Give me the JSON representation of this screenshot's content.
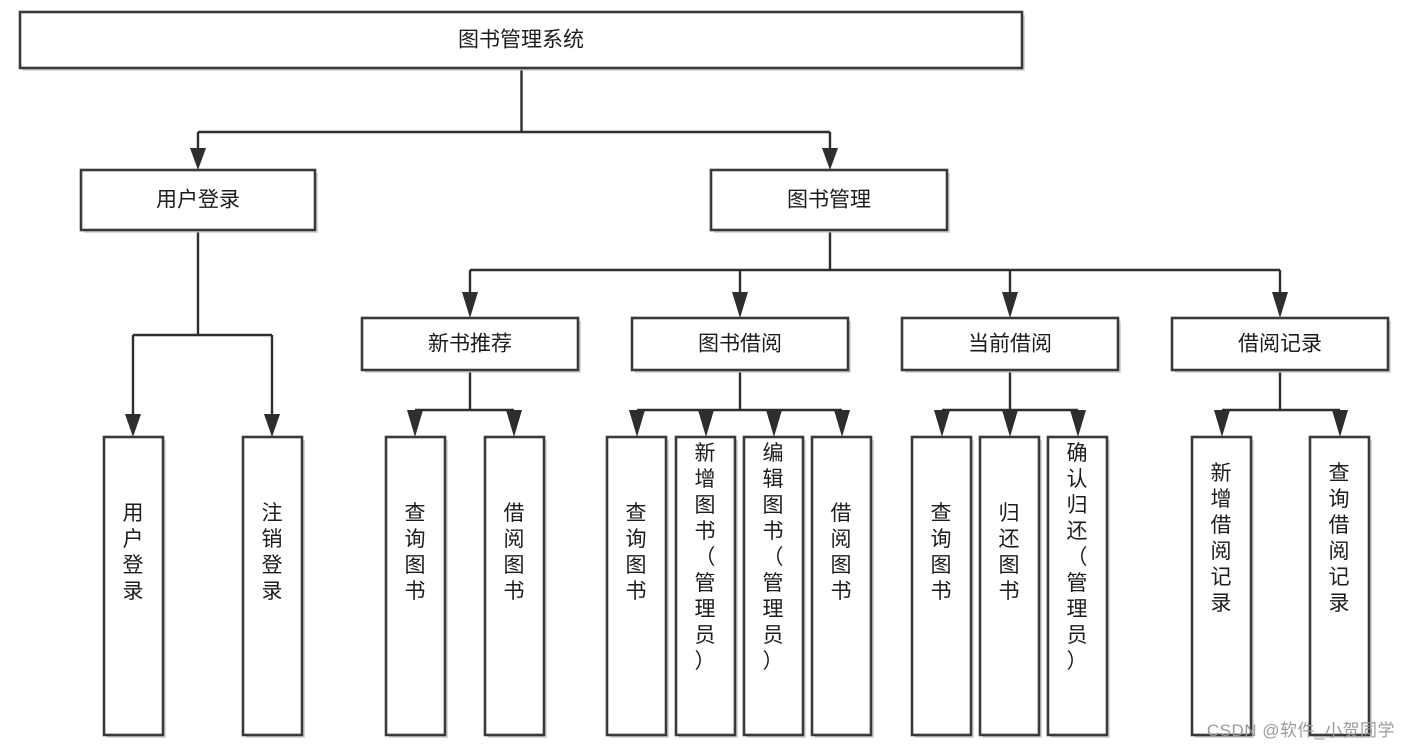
{
  "diagram": {
    "type": "tree-hierarchy-diagram",
    "title": "图书管理系统",
    "watermark": "CSDN @软件_小贺同学",
    "background_color": "#ffffff",
    "box_stroke_color": "#3a3a3a",
    "connector_color": "#2e2e2e",
    "text_color": "#1c1c1c",
    "levels": [
      {
        "level": 1,
        "nodes": [
          {
            "id": "root",
            "label": "图书管理系统",
            "orientation": "horizontal"
          }
        ]
      },
      {
        "level": 2,
        "nodes": [
          {
            "id": "login",
            "label": "用户登录",
            "orientation": "horizontal",
            "parent": "root"
          },
          {
            "id": "bookmgmt",
            "label": "图书管理",
            "orientation": "horizontal",
            "parent": "root"
          }
        ]
      },
      {
        "level": 3,
        "nodes": [
          {
            "id": "newbook",
            "label": "新书推荐",
            "orientation": "horizontal",
            "parent": "bookmgmt"
          },
          {
            "id": "borrow",
            "label": "图书借阅",
            "orientation": "horizontal",
            "parent": "bookmgmt"
          },
          {
            "id": "current",
            "label": "当前借阅",
            "orientation": "horizontal",
            "parent": "bookmgmt"
          },
          {
            "id": "records",
            "label": "借阅记录",
            "orientation": "horizontal",
            "parent": "bookmgmt"
          }
        ]
      },
      {
        "level": 4,
        "nodes": [
          {
            "id": "leaf1",
            "label": "用户登录",
            "orientation": "vertical",
            "parent": "login"
          },
          {
            "id": "leaf2",
            "label": "注销登录",
            "orientation": "vertical",
            "parent": "login"
          },
          {
            "id": "leaf3",
            "label": "查询图书",
            "orientation": "vertical",
            "parent": "newbook"
          },
          {
            "id": "leaf4",
            "label": "借阅图书",
            "orientation": "vertical",
            "parent": "newbook"
          },
          {
            "id": "leaf5",
            "label": "查询图书",
            "orientation": "vertical",
            "parent": "borrow"
          },
          {
            "id": "leaf6",
            "label": "新增图书（管理员）",
            "orientation": "vertical",
            "parent": "borrow"
          },
          {
            "id": "leaf7",
            "label": "编辑图书（管理员）",
            "orientation": "vertical",
            "parent": "borrow"
          },
          {
            "id": "leaf8",
            "label": "借阅图书",
            "orientation": "vertical",
            "parent": "borrow"
          },
          {
            "id": "leaf9",
            "label": "查询图书",
            "orientation": "vertical",
            "parent": "current"
          },
          {
            "id": "leaf10",
            "label": "归还图书",
            "orientation": "vertical",
            "parent": "current"
          },
          {
            "id": "leaf11",
            "label": "确认归还（管理员）",
            "orientation": "vertical",
            "parent": "current"
          },
          {
            "id": "leaf12",
            "label": "新增借阅记录",
            "orientation": "vertical",
            "parent": "records"
          },
          {
            "id": "leaf13",
            "label": "查询借阅记录",
            "orientation": "vertical",
            "parent": "records"
          }
        ]
      }
    ]
  }
}
